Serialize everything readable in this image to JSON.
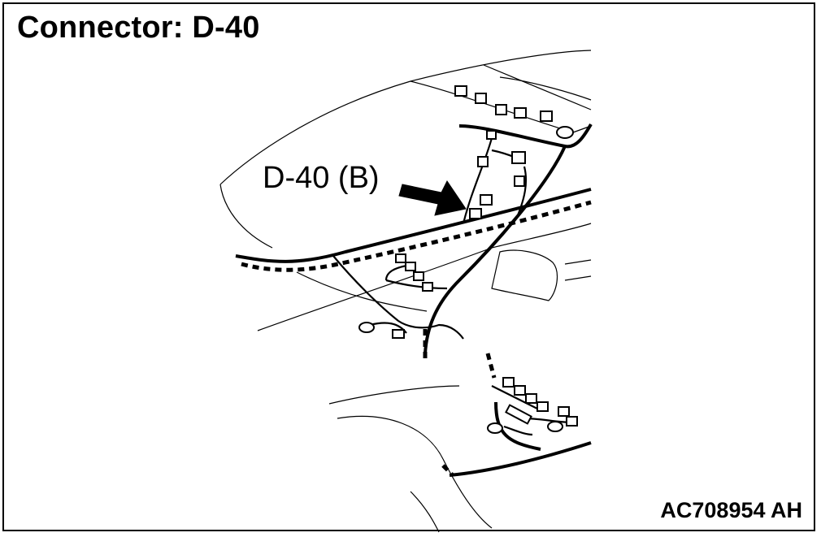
{
  "title": "Connector: D-40",
  "callout_label": "D-40 (B)",
  "figure_id": "AC708954 AH",
  "colors": {
    "line": "#000000",
    "background": "#ffffff"
  }
}
